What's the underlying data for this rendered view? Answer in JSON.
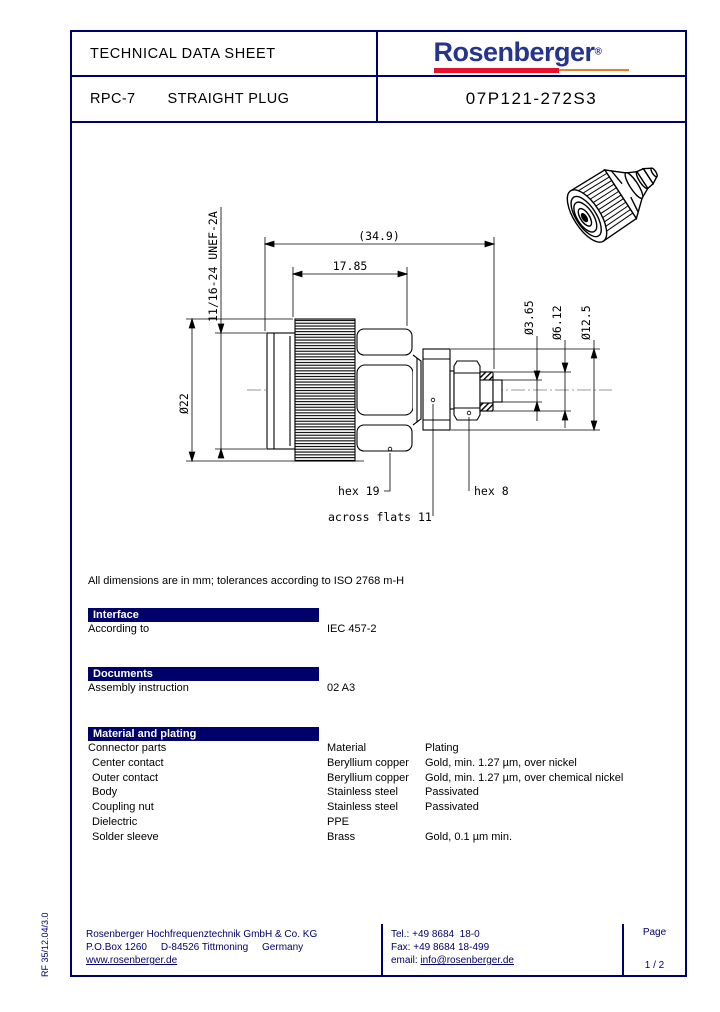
{
  "header": {
    "title": "TECHNICAL DATA SHEET",
    "series": "RPC-7",
    "product_type": "STRAIGHT PLUG",
    "part_number": "07P121-272S3",
    "logo": {
      "text": "Rosenberger",
      "reg": "®",
      "blue": "#26358c",
      "red": "#e8112d",
      "orange": "#e87f22"
    }
  },
  "drawing": {
    "dims": {
      "thread": "11/16-24 UNEF-2A",
      "overall_length": "(34.9)",
      "coupling_length": "17.85",
      "dia_22": "Ø22",
      "dia_3_65": "Ø3.65",
      "dia_6_12": "Ø6.12",
      "dia_12_5": "Ø12.5",
      "hex_19": "hex 19",
      "hex_8": "hex 8",
      "across_flats": "across flats 11"
    },
    "note": "All dimensions are in mm; tolerances according to ISO 2768 m-H"
  },
  "sections": {
    "interface": {
      "title": "Interface",
      "row": {
        "label": "According to",
        "value": "IEC 457-2"
      }
    },
    "documents": {
      "title": "Documents",
      "row": {
        "label": "Assembly instruction",
        "value": "02 A3"
      }
    },
    "material": {
      "title": "Material and plating",
      "columns": {
        "part": "Connector parts",
        "material": "Material",
        "plating": "Plating"
      },
      "rows": [
        {
          "part": "Center contact",
          "material": "Beryllium copper",
          "plating": "Gold, min. 1.27 µm, over nickel"
        },
        {
          "part": "Outer contact",
          "material": "Beryllium copper",
          "plating": "Gold, min. 1.27 µm, over chemical nickel"
        },
        {
          "part": "Body",
          "material": "Stainless steel",
          "plating": "Passivated"
        },
        {
          "part": "Coupling nut",
          "material": "Stainless steel",
          "plating": "Passivated"
        },
        {
          "part": "Dielectric",
          "material": "PPE",
          "plating": ""
        },
        {
          "part": "Solder sleeve",
          "material": "Brass",
          "plating": "Gold, 0.1 µm min."
        }
      ]
    }
  },
  "footer": {
    "company": "Rosenberger Hochfrequenztechnik GmbH & Co. KG",
    "address": "P.O.Box 1260     D-84526 Tittmoning     Germany",
    "website": "www.rosenberger.de",
    "tel": "Tel.: +49 8684  18-0",
    "fax": "Fax: +49 8684 18-499",
    "email_label": "email: ",
    "email": "info@rosenberger.de",
    "page_label": "Page",
    "page_value": "1 / 2"
  },
  "side_code": "RF 35/12.04/3.0"
}
